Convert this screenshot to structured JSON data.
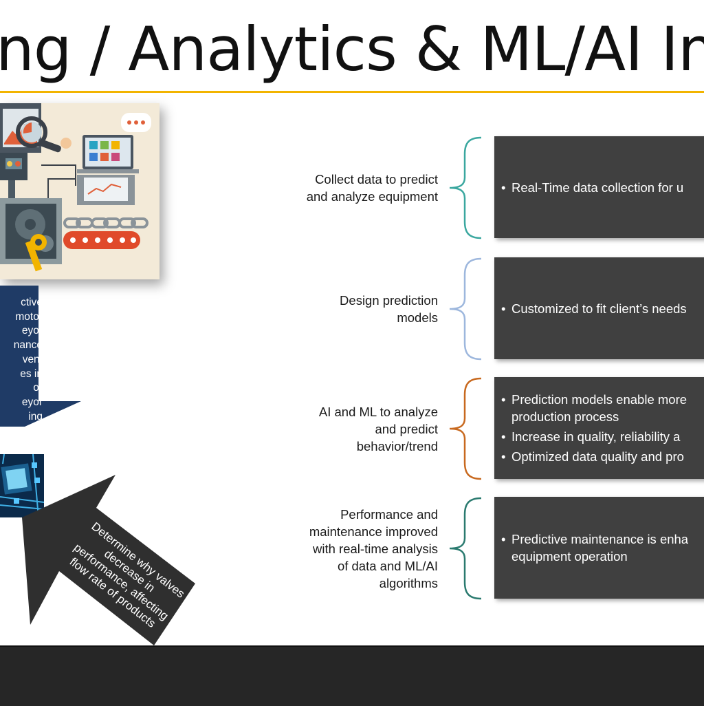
{
  "slide": {
    "title": "ng / Analytics & ML/AI Impleme",
    "accent_color": "#f2b400"
  },
  "left_panel": {
    "text": "ctive\nmotor\neyor\nnance\nvent\nes in\nor\neyor\ning",
    "color": "#1f3b66"
  },
  "arrow_callout": {
    "text": "Determine why valves\ndecrease in\nperformance, affecting\nflow rate of products",
    "color": "#2f2f2f"
  },
  "rows": [
    {
      "label": "Collect data to predict\nand analyze equipment",
      "brace_color": "#3aa79f",
      "bullets": [
        [
          "Real-Time data collection for u"
        ]
      ]
    },
    {
      "label": "Design prediction\nmodels",
      "brace_color": "#9db7dd",
      "bullets": [
        [
          "Customized to fit client’s needs"
        ]
      ]
    },
    {
      "label": "AI and ML to analyze\nand predict\nbehavior/trend",
      "brace_color": "#c8691f",
      "bullets": [
        [
          "Prediction models enable more",
          "production process"
        ],
        [
          "Increase in quality, reliability a"
        ],
        [
          "Optimized data quality and pro"
        ]
      ]
    },
    {
      "label": "Performance and\nmaintenance improved\nwith real-time analysis\nof data and ML/AI\nalgorithms",
      "brace_color": "#2a7a6f",
      "bullets": [
        [
          "Predictive maintenance is enha",
          "equipment operation"
        ]
      ]
    }
  ],
  "icons": {
    "illustration": "industrial-analytics-illustration",
    "chip": "circuit-chip-image",
    "bullet": "bullet-dot"
  },
  "footer_color": "#262626"
}
